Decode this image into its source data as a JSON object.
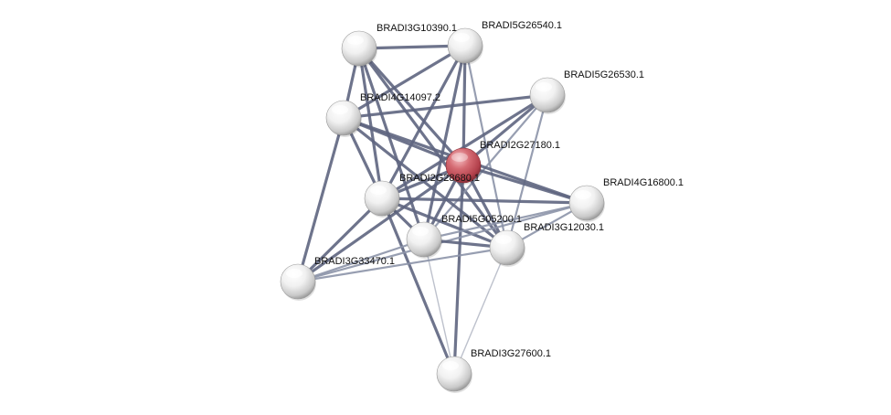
{
  "network": {
    "nodes": [
      {
        "id": "BRADI3G10390.1",
        "label": "BRADI3G10390.1",
        "highlight": false
      },
      {
        "id": "BRADI5G26540.1",
        "label": "BRADI5G26540.1",
        "highlight": false
      },
      {
        "id": "BRADI5G26530.1",
        "label": "BRADI5G26530.1",
        "highlight": false
      },
      {
        "id": "BRADI4G14097.2",
        "label": "BRADI4G14097.2",
        "highlight": false
      },
      {
        "id": "BRADI2G27180.1",
        "label": "BRADI2G27180.1",
        "highlight": true
      },
      {
        "id": "BRADI2G28680.1",
        "label": "BRADI2G28680.1",
        "highlight": false
      },
      {
        "id": "BRADI4G16800.1",
        "label": "BRADI4G16800.1",
        "highlight": false
      },
      {
        "id": "BRADI5G05200.1",
        "label": "BRADI5G05200.1",
        "highlight": false
      },
      {
        "id": "BRADI3G12030.1",
        "label": "BRADI3G12030.1",
        "highlight": false
      },
      {
        "id": "BRADI3G33470.1",
        "label": "BRADI3G33470.1",
        "highlight": false
      },
      {
        "id": "BRADI3G27600.1",
        "label": "BRADI3G27600.1",
        "highlight": false
      }
    ],
    "edges": [
      {
        "source": "BRADI3G10390.1",
        "target": "BRADI5G26540.1",
        "strength": "strong"
      },
      {
        "source": "BRADI3G10390.1",
        "target": "BRADI4G14097.2",
        "strength": "strong"
      },
      {
        "source": "BRADI3G10390.1",
        "target": "BRADI2G27180.1",
        "strength": "strong"
      },
      {
        "source": "BRADI3G10390.1",
        "target": "BRADI2G28680.1",
        "strength": "strong"
      },
      {
        "source": "BRADI3G10390.1",
        "target": "BRADI5G05200.1",
        "strength": "strong"
      },
      {
        "source": "BRADI3G10390.1",
        "target": "BRADI3G12030.1",
        "strength": "strong"
      },
      {
        "source": "BRADI5G26540.1",
        "target": "BRADI4G14097.2",
        "strength": "strong"
      },
      {
        "source": "BRADI5G26540.1",
        "target": "BRADI2G27180.1",
        "strength": "strong"
      },
      {
        "source": "BRADI5G26540.1",
        "target": "BRADI2G28680.1",
        "strength": "strong"
      },
      {
        "source": "BRADI5G26540.1",
        "target": "BRADI5G05200.1",
        "strength": "strong"
      },
      {
        "source": "BRADI5G26540.1",
        "target": "BRADI3G12030.1",
        "strength": "medium"
      },
      {
        "source": "BRADI5G26530.1",
        "target": "BRADI4G14097.2",
        "strength": "strong"
      },
      {
        "source": "BRADI5G26530.1",
        "target": "BRADI2G27180.1",
        "strength": "strong"
      },
      {
        "source": "BRADI5G26530.1",
        "target": "BRADI2G28680.1",
        "strength": "strong"
      },
      {
        "source": "BRADI5G26530.1",
        "target": "BRADI5G05200.1",
        "strength": "medium"
      },
      {
        "source": "BRADI5G26530.1",
        "target": "BRADI3G12030.1",
        "strength": "medium"
      },
      {
        "source": "BRADI4G14097.2",
        "target": "BRADI2G27180.1",
        "strength": "strong"
      },
      {
        "source": "BRADI4G14097.2",
        "target": "BRADI2G28680.1",
        "strength": "strong"
      },
      {
        "source": "BRADI4G14097.2",
        "target": "BRADI4G16800.1",
        "strength": "strong"
      },
      {
        "source": "BRADI4G14097.2",
        "target": "BRADI3G33470.1",
        "strength": "strong"
      },
      {
        "source": "BRADI4G14097.2",
        "target": "BRADI3G12030.1",
        "strength": "strong"
      },
      {
        "source": "BRADI2G27180.1",
        "target": "BRADI2G28680.1",
        "strength": "strong"
      },
      {
        "source": "BRADI2G27180.1",
        "target": "BRADI4G16800.1",
        "strength": "strong"
      },
      {
        "source": "BRADI2G27180.1",
        "target": "BRADI5G05200.1",
        "strength": "strong"
      },
      {
        "source": "BRADI2G27180.1",
        "target": "BRADI3G12030.1",
        "strength": "strong"
      },
      {
        "source": "BRADI2G27180.1",
        "target": "BRADI3G33470.1",
        "strength": "strong"
      },
      {
        "source": "BRADI2G27180.1",
        "target": "BRADI3G27600.1",
        "strength": "strong"
      },
      {
        "source": "BRADI2G28680.1",
        "target": "BRADI4G16800.1",
        "strength": "strong"
      },
      {
        "source": "BRADI2G28680.1",
        "target": "BRADI5G05200.1",
        "strength": "strong"
      },
      {
        "source": "BRADI2G28680.1",
        "target": "BRADI3G12030.1",
        "strength": "strong"
      },
      {
        "source": "BRADI2G28680.1",
        "target": "BRADI3G33470.1",
        "strength": "strong"
      },
      {
        "source": "BRADI2G28680.1",
        "target": "BRADI3G27600.1",
        "strength": "strong"
      },
      {
        "source": "BRADI4G16800.1",
        "target": "BRADI5G05200.1",
        "strength": "medium"
      },
      {
        "source": "BRADI4G16800.1",
        "target": "BRADI3G12030.1",
        "strength": "medium"
      },
      {
        "source": "BRADI4G16800.1",
        "target": "BRADI3G33470.1",
        "strength": "medium"
      },
      {
        "source": "BRADI5G05200.1",
        "target": "BRADI3G12030.1",
        "strength": "strong"
      },
      {
        "source": "BRADI5G05200.1",
        "target": "BRADI3G33470.1",
        "strength": "medium"
      },
      {
        "source": "BRADI5G05200.1",
        "target": "BRADI3G27600.1",
        "strength": "weak"
      },
      {
        "source": "BRADI3G12030.1",
        "target": "BRADI3G33470.1",
        "strength": "medium"
      },
      {
        "source": "BRADI3G12030.1",
        "target": "BRADI3G27600.1",
        "strength": "weak"
      }
    ]
  },
  "colors": {
    "edge_strong": "#5e657f",
    "edge_medium": "#8c93a8",
    "edge_weak": "#b6bac6",
    "node_default": "#d8d8d8",
    "node_highlight": "#c9505c",
    "label": "#111111",
    "background": "#ffffff"
  }
}
